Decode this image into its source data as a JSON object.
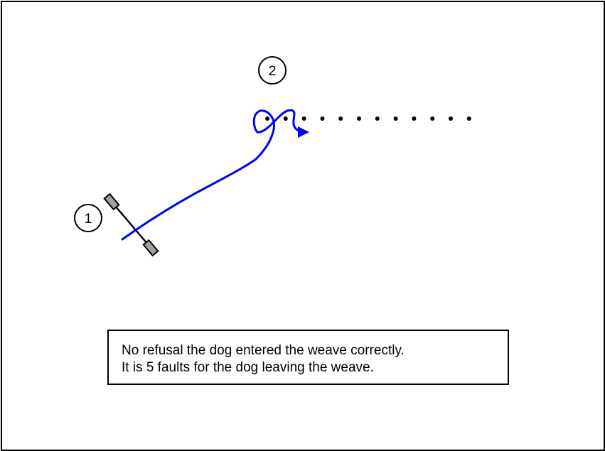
{
  "diagram": {
    "obstacles": [
      {
        "number": "1",
        "type": "jump"
      },
      {
        "number": "2",
        "type": "weave poles",
        "pole_count": 12
      }
    ],
    "dog_path": {
      "color": "#0000ff",
      "description_visible": false
    },
    "note": {
      "lines": [
        "No refusal the dog entered the weave correctly.",
        "It is 5 faults for the dog leaving the weave."
      ]
    }
  }
}
